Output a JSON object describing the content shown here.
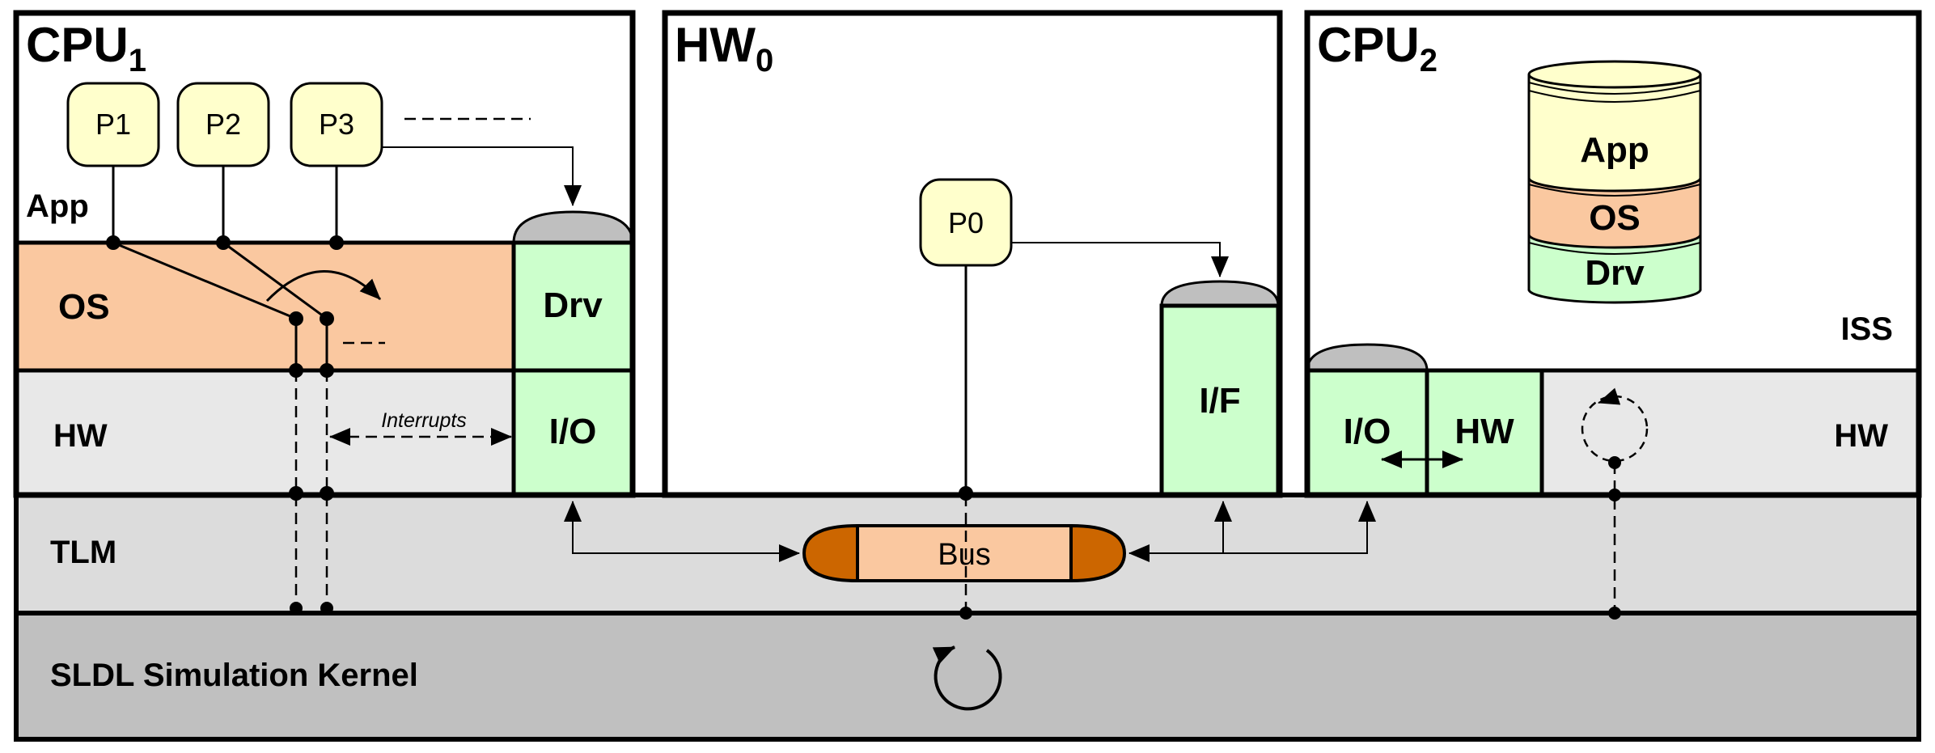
{
  "cpu1": {
    "title": "CPU",
    "title_sub": "1",
    "app_label": "App",
    "os_label": "OS",
    "hw_label": "HW",
    "drv_label": "Drv",
    "io_label": "I/O",
    "interrupts_label": "Interrupts",
    "processes": [
      "P1",
      "P2",
      "P3"
    ]
  },
  "hw0": {
    "title": "HW",
    "title_sub": "0",
    "process": "P0",
    "if_label": "I/F"
  },
  "cpu2": {
    "title": "CPU",
    "title_sub": "2",
    "stack": [
      "App",
      "OS",
      "Drv"
    ],
    "iss_label": "ISS",
    "io_label": "I/O",
    "hw_block_label": "HW",
    "hw_label": "HW"
  },
  "tlm": {
    "label": "TLM",
    "bus_label": "Bus"
  },
  "kernel": {
    "label": "SLDL Simulation Kernel"
  },
  "colors": {
    "os_fill": "#FAC8A0",
    "component_fill": "#CCFFCC",
    "process_fill": "#FFFFCC",
    "hw_band": "#E8E8E8",
    "tlm_band": "#DCDCDC",
    "kernel_band": "#C0C0C0",
    "bus_end": "#CC6600",
    "bus_body": "#FAC8A0",
    "cap": "#BFBFBF"
  }
}
